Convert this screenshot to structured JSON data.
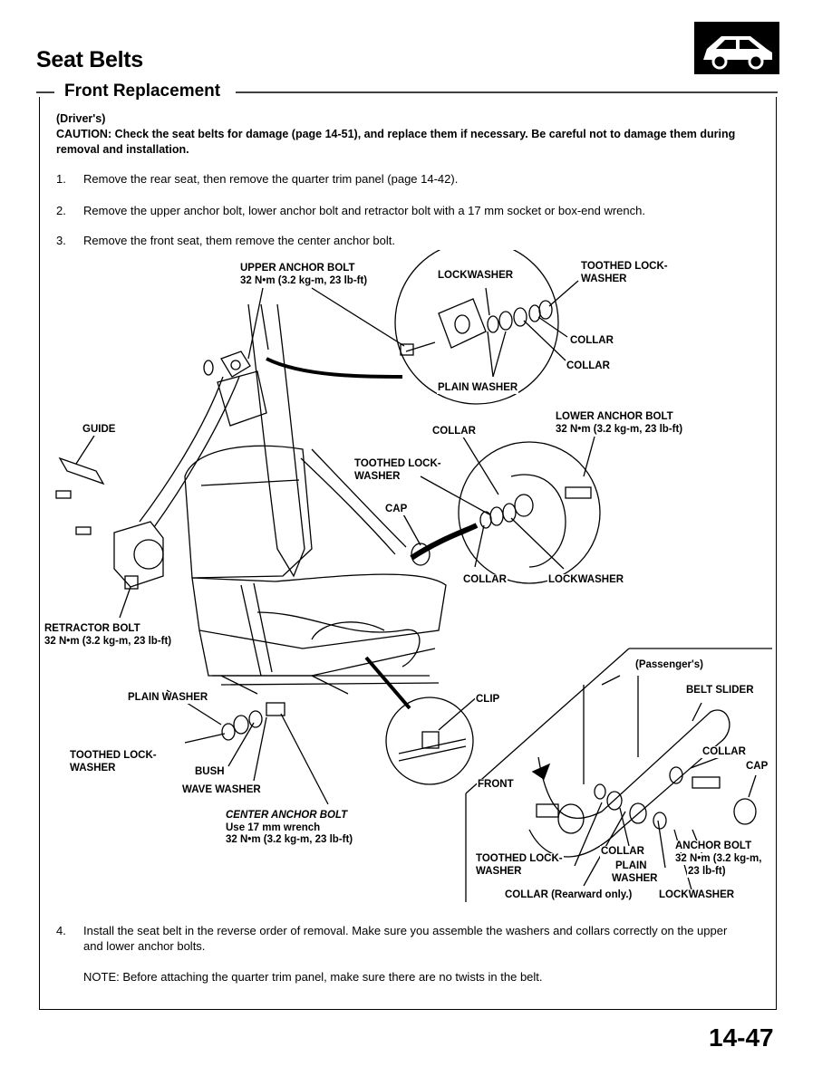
{
  "header": {
    "title": "Seat Belts",
    "section": "Front Replacement"
  },
  "intro": {
    "drivers": "(Driver's)",
    "caution": "CAUTION:  Check the seat belts for damage (page 14-51), and replace them if necessary. Be careful not to damage them during removal and installation."
  },
  "steps": [
    {
      "num": "1.",
      "text": "Remove the rear seat, then remove the quarter trim panel (page 14-42)."
    },
    {
      "num": "2.",
      "text": "Remove the upper anchor bolt, lower anchor bolt and retractor bolt with a 17 mm socket or box-end wrench."
    },
    {
      "num": "3.",
      "text": "Remove the front seat, them remove the center anchor bolt."
    },
    {
      "num": "4.",
      "text": "Install the seat belt in the reverse order of removal. Make sure you assemble the washers and collars correctly on the upper and lower anchor bolts."
    }
  ],
  "note": "NOTE:  Before attaching the quarter trim panel, make sure there are no twists in the belt.",
  "figure_labels": {
    "upper_anchor_bolt": "UPPER ANCHOR BOLT",
    "upper_anchor_torque": "32 N•m (3.2 kg-m, 23 lb-ft)",
    "lockwasher_top": "LOCKWASHER",
    "toothed_lockwasher_top_1": "TOOTHED LOCK-",
    "toothed_lockwasher_top_2": "WASHER",
    "collar_top_1": "COLLAR",
    "collar_top_2": "COLLAR",
    "plain_washer_top": "PLAIN WASHER",
    "guide": "GUIDE",
    "collar_mid": "COLLAR",
    "lower_anchor_bolt": "LOWER ANCHOR BOLT",
    "lower_anchor_torque": "32 N•m (3.2 kg-m, 23 lb-ft)",
    "toothed_lockwasher_mid_1": "TOOTHED LOCK-",
    "toothed_lockwasher_mid_2": "WASHER",
    "cap_mid": "CAP",
    "collar_lower": "COLLAR",
    "lockwasher_lower": "LOCKWASHER",
    "retractor_bolt": "RETRACTOR BOLT",
    "retractor_torque": "32 N•m (3.2 kg-m, 23 lb-ft)",
    "plain_washer_left": "PLAIN WASHER",
    "clip": "CLIP",
    "toothed_lockwasher_left_1": "TOOTHED LOCK-",
    "toothed_lockwasher_left_2": "WASHER",
    "bush": "BUSH",
    "wave_washer": "WAVE WASHER",
    "center_anchor_bolt": "CENTER ANCHOR BOLT",
    "center_use": "Use 17 mm wrench",
    "center_torque": "32 N•m (3.2 kg-m, 23 lb-ft)",
    "passengers": "(Passenger's)",
    "belt_slider": "BELT SLIDER",
    "collar_pass": "COLLAR",
    "cap_pass": "CAP",
    "front": "FRONT",
    "toothed_lockwasher_pass_1": "TOOTHED LOCK-",
    "toothed_lockwasher_pass_2": "WASHER",
    "collar_pass_2": "COLLAR",
    "plain_pass_1": "PLAIN",
    "plain_pass_2": "WASHER",
    "anchor_bolt_pass": "ANCHOR BOLT",
    "anchor_bolt_pass_t1": "32 N•m (3.2 kg-m,",
    "anchor_bolt_pass_t2": "23 lb-ft)",
    "collar_rearward": "COLLAR (Rearward only.)",
    "lockwasher_pass": "LOCKWASHER"
  },
  "page_number": "14-47"
}
